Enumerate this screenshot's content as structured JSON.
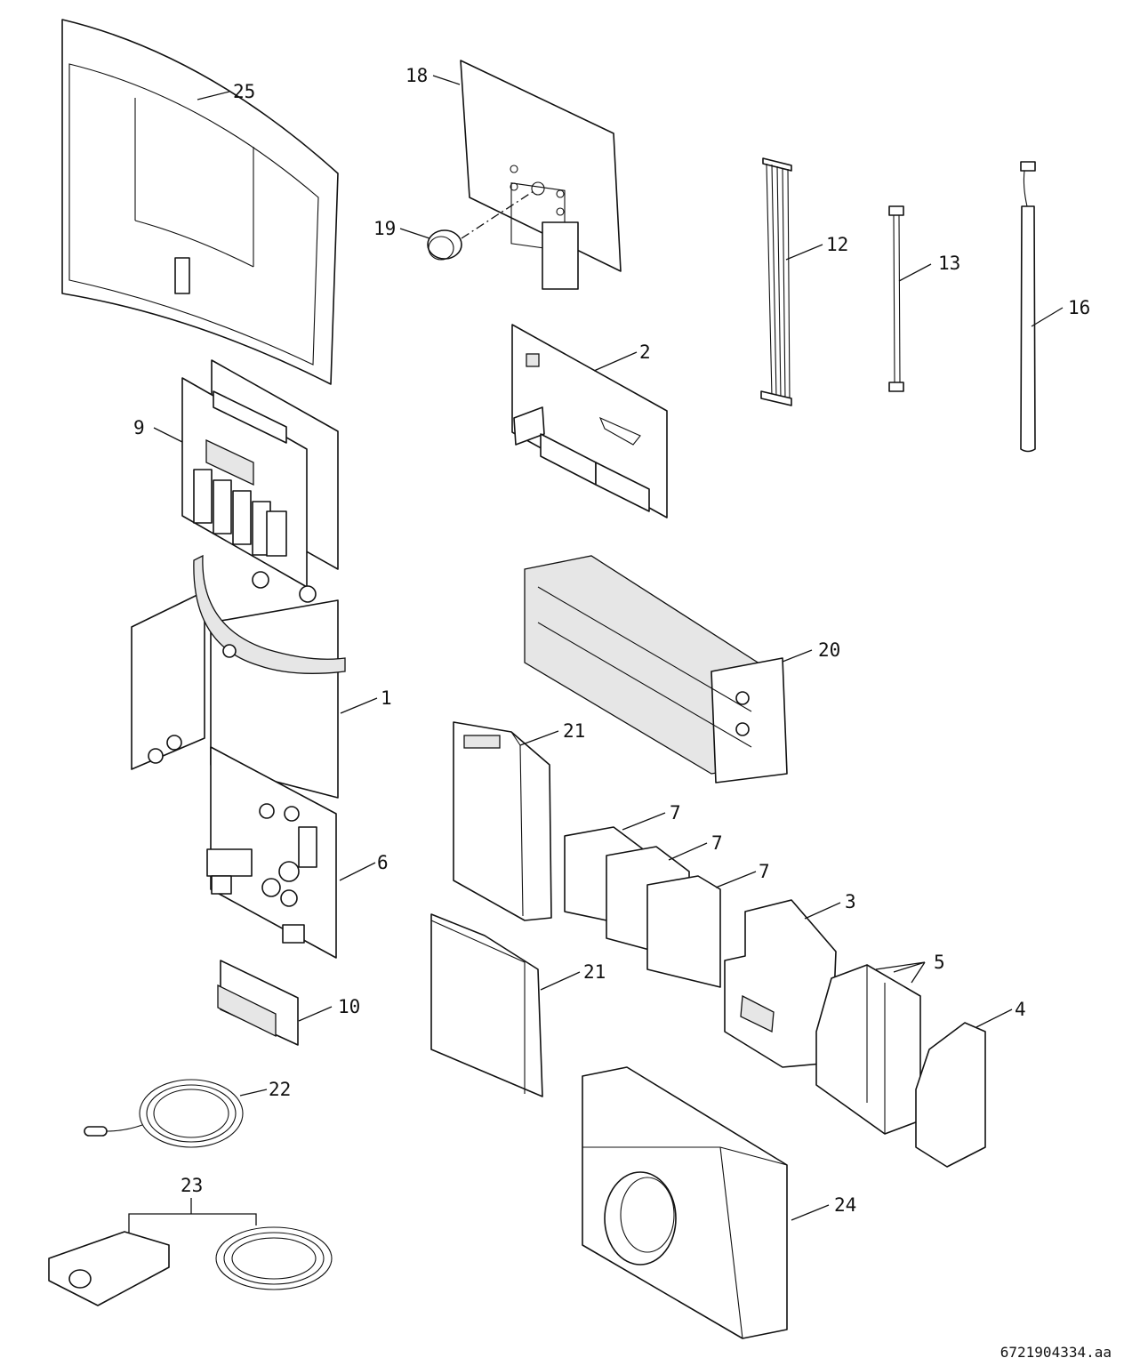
{
  "diagram": {
    "callouts": {
      "c25": "25",
      "c18": "18",
      "c19": "19",
      "c12": "12",
      "c13": "13",
      "c16": "16",
      "c2": "2",
      "c9": "9",
      "c20": "20",
      "c1": "1",
      "c21a": "21",
      "c7a": "7",
      "c7b": "7",
      "c7c": "7",
      "c6": "6",
      "c3": "3",
      "c5": "5",
      "c21b": "21",
      "c4": "4",
      "c10": "10",
      "c22": "22",
      "c23": "23",
      "c24": "24"
    },
    "document_number": "6721904334.aa"
  }
}
